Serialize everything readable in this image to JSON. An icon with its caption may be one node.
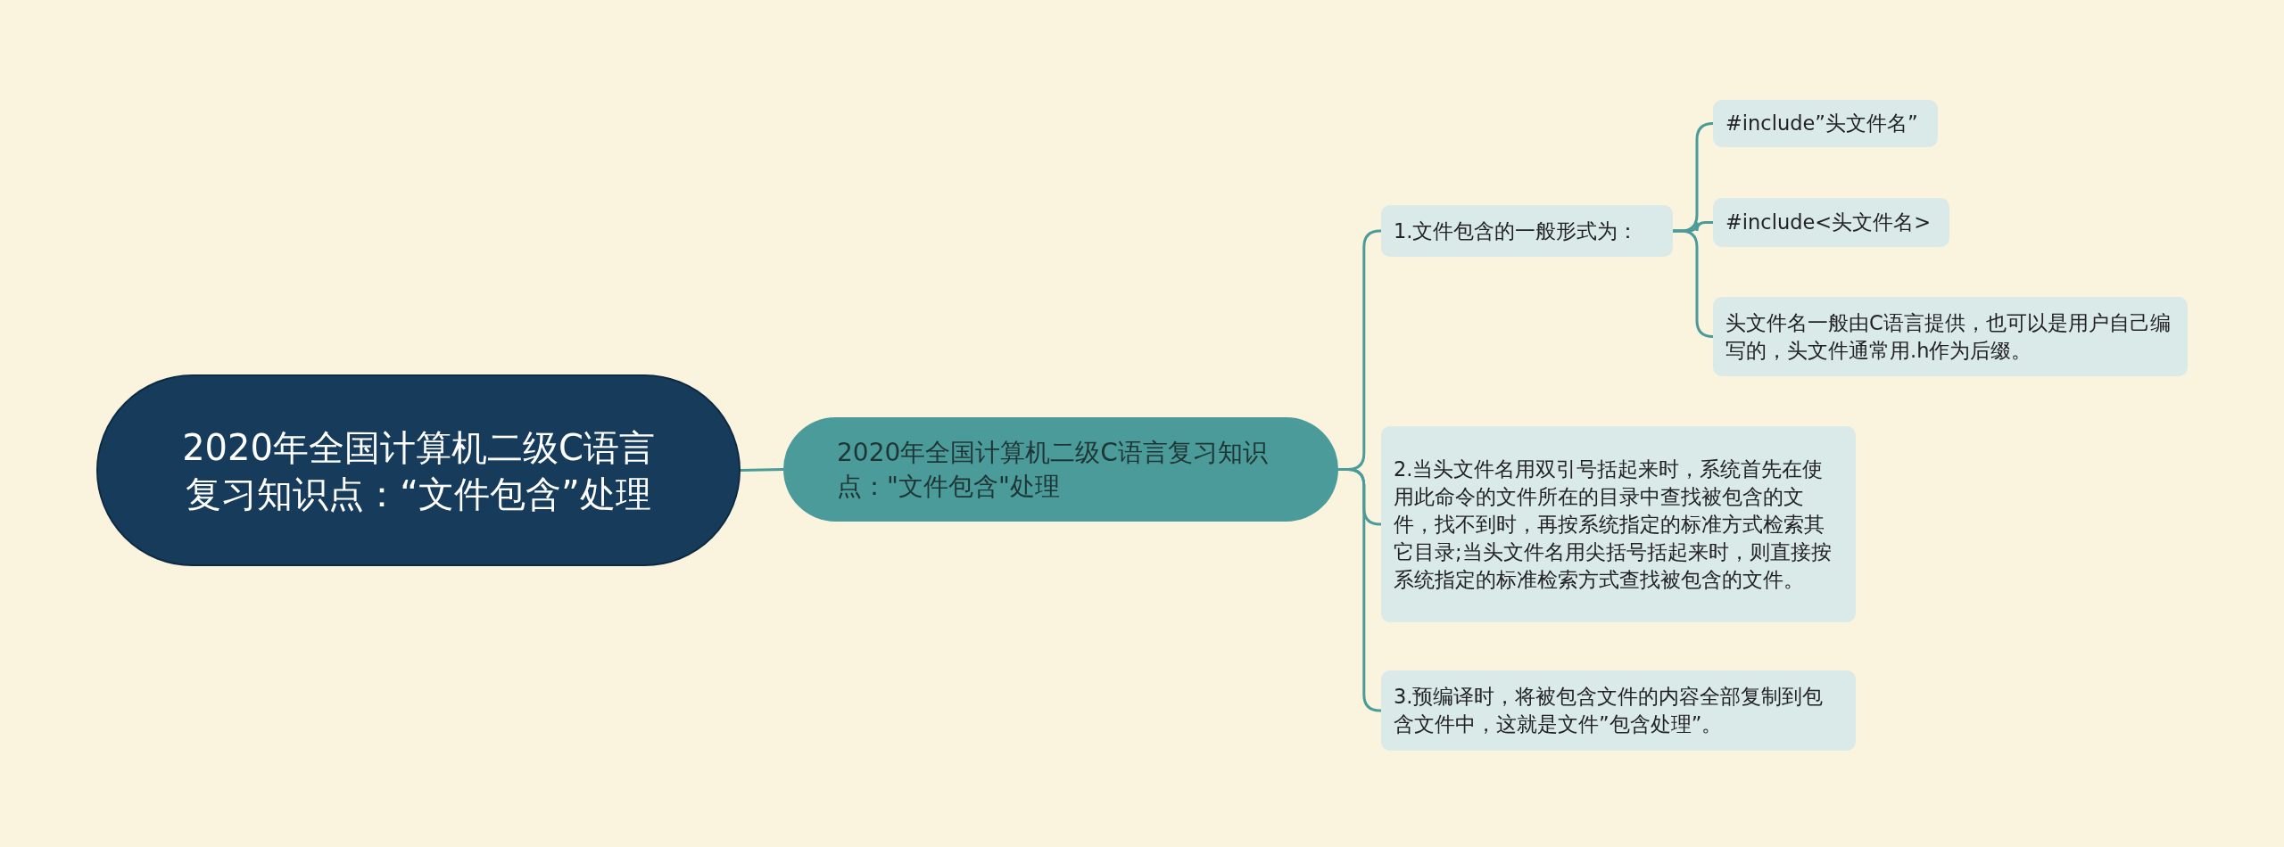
{
  "diagram": {
    "nodes": [
      {
        "text": [
          "2020年全国计算机二级C语言复习知识点：“文件包含”处理"
        ]
      },
      {
        "text": [
          "2020年全国计算机二级C语言复习知识点：\"文件包含\"处理"
        ]
      },
      {
        "text": [
          "1.文件包含的一般形式为："
        ]
      },
      {
        "text": [
          "#include”头文件名”"
        ]
      },
      {
        "text": [
          "#include<头文件名>"
        ]
      },
      {
        "text": [
          "头文件名一般由C语言提供，也可以是用户自己编写的，头文件通常用.h作为后缀。"
        ]
      },
      {
        "text": [
          "2.当头文件名用双引号括起来时，系统首先在使用此命令的文件所在的目录中查找被包含的文件，找不到时，再按系统指定的标准方式检索其它目录;当头文件名用尖括号括起来时，则直接按系统指定的标准检索方式查找被包含的文件。"
        ]
      },
      {
        "text": [
          "3.预编译时，将被包含文件的内容全部复制到包含文件中，这就是文件”包含处理”。"
        ]
      }
    ],
    "edges": [
      {
        "from": 0,
        "to": 1,
        "arrow": "none"
      },
      {
        "from": 1,
        "to": 2,
        "arrow": "none"
      },
      {
        "from": 1,
        "to": 6,
        "arrow": "none"
      },
      {
        "from": 1,
        "to": 7,
        "arrow": "none"
      },
      {
        "from": 2,
        "to": 3,
        "arrow": "none"
      },
      {
        "from": 2,
        "to": 4,
        "arrow": "none"
      },
      {
        "from": 2,
        "to": 5,
        "arrow": "none"
      }
    ]
  }
}
